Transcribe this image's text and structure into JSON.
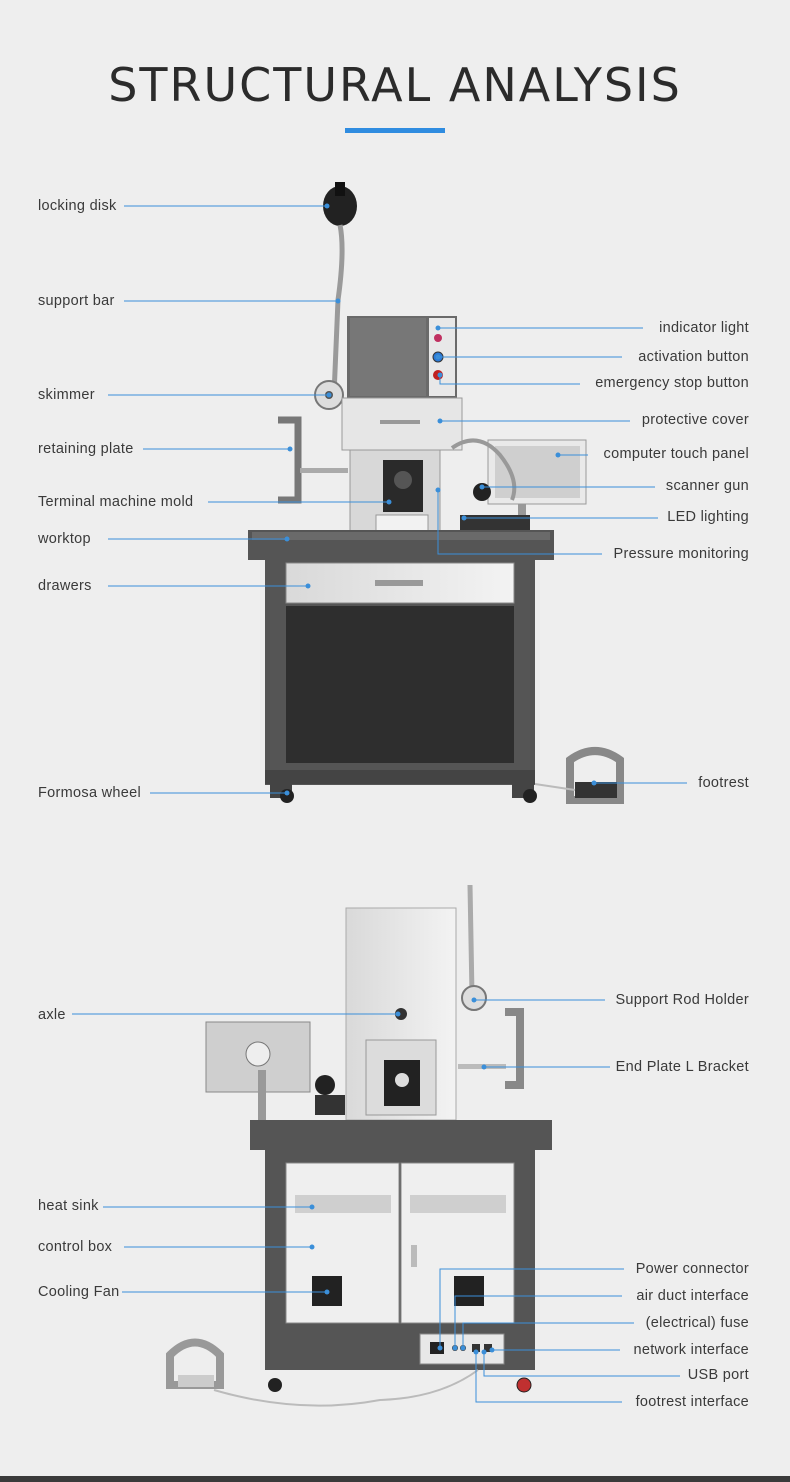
{
  "title": "STRUCTURAL ANALYSIS",
  "colors": {
    "accent": "#2f8ce0",
    "leader": "#3b8fd9",
    "text": "#3a3a3a"
  },
  "front_view": {
    "labels_left": [
      "locking disk",
      "support bar",
      "skimmer",
      "retaining plate",
      "Terminal machine mold",
      "worktop",
      "drawers",
      "Formosa wheel"
    ],
    "labels_right": [
      "indicator light",
      "activation button",
      "emergency stop button",
      "protective cover",
      "computer touch panel",
      "scanner gun",
      "LED lighting",
      "Pressure monitoring",
      "footrest"
    ]
  },
  "back_view": {
    "labels_left": [
      "axle",
      "heat sink",
      "control box",
      "Cooling Fan"
    ],
    "labels_right": [
      "Support Rod Holder",
      "End Plate L Bracket",
      "Power connector",
      "air duct interface",
      "(electrical) fuse",
      "network interface",
      "USB port",
      "footrest interface"
    ]
  }
}
